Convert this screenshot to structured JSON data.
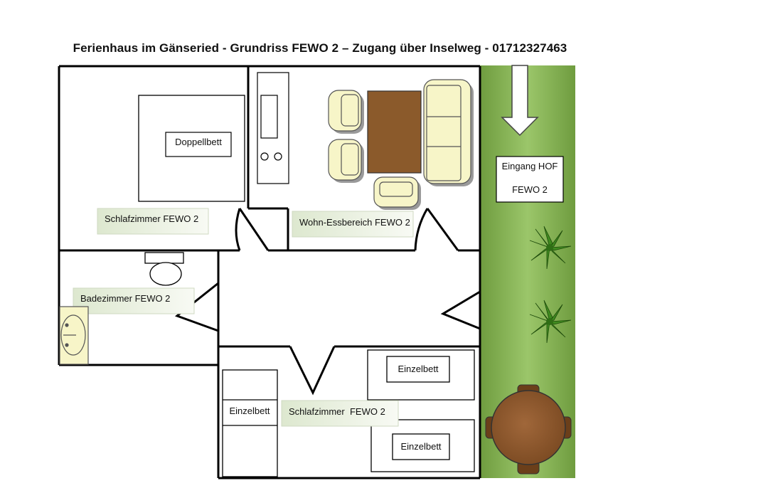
{
  "title": "Ferienhaus im Gänseried - Grundriss FEWO 2 – Zugang über Inselweg - 01712327463",
  "labels": {
    "doppelbett": "Doppellbett",
    "schlafzimmer1": "Schlafzimmer FEWO 2",
    "wohn_ess": "Wohn-Essbereich FEWO 2",
    "badezimmer": "Badezimmer FEWO 2",
    "eingang_line1": "Eingang HOF",
    "eingang_line2": "FEWO 2",
    "einzelbett_top": "Einzelbett",
    "einzelbett_left": "Einzelbett",
    "einzelbett_bottom": "Einzelbett",
    "schlafzimmer2": "Schlafzimmer  FEWO 2"
  },
  "icons": [
    "entrance-arrow-icon",
    "palm-plant-icon",
    "round-table-icon",
    "armchair-icon",
    "sofa-icon",
    "toilet-icon",
    "sink-icon",
    "stove-icon"
  ],
  "colors": {
    "lawn": "#7aa74a",
    "furniture": "#f7f5c8",
    "wood": "#8b5a2b",
    "label_box": "#eef3e6",
    "wall": "#000000"
  }
}
